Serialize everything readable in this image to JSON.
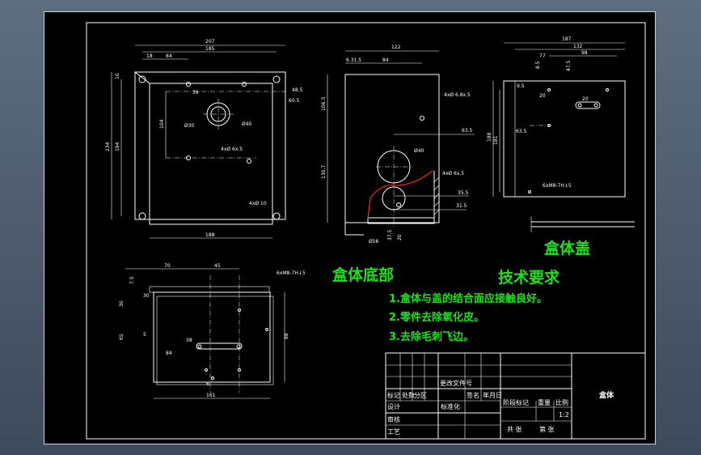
{
  "views": {
    "bottom_part": {
      "title": "盒体底部",
      "dims": {
        "overall_w": "207",
        "w_185": "185",
        "w_84": "84",
        "left_18": "18",
        "w_188": "188",
        "h_234": "234",
        "h_194": "194",
        "h_104": "104",
        "h_10": "10",
        "d_48_5": "48.5",
        "d_60_5": "60.5",
        "d_39": "39",
        "dia_30": "Ø30",
        "dia_40": "Ø40",
        "hole_4x_a": "4xØ 6x.5",
        "hole_4x_b": "4xØ 10"
      }
    },
    "side_section": {
      "dims": {
        "w_122": "122",
        "w_84": "84",
        "d_31_5": "6.31.5",
        "h_106": "106.3",
        "h_130_7": "130.7",
        "hole_4x": "4xØ 6.8x.5",
        "d_63_5": "63.5",
        "dia_40": "Ø40",
        "hole_4x_b": "4xØ 6x.5",
        "d_35_5": "35.5",
        "d_31_5b": "31.5",
        "dia_56": "Ø56",
        "d_37_5": "37.5",
        "d_20": "20"
      }
    },
    "lid_top": {
      "title": "盒体盖",
      "dims": {
        "w_187": "187",
        "w_132": "132",
        "w_98": "98",
        "w_77": "77",
        "h_188": "188",
        "h_181": "181",
        "d_8_5": "8.5",
        "d_9_5": "9.5",
        "d_47_5": "47.5",
        "d_20": "20",
        "d_63_5": "63.5",
        "d_20b": "20",
        "hole": "6xM8-7H↓5"
      }
    },
    "lid_side": {
      "dims": {
        "w_70": "70",
        "w_45": "45",
        "d_7_5": "7.5",
        "d_30": "30",
        "d_5": "5",
        "d_38": "38",
        "d_84": "84",
        "d_65": "65",
        "d_88": "88",
        "w_161": "161",
        "d_6": "6",
        "hole": "6xM8-7H↓5"
      }
    }
  },
  "notes": {
    "heading": "技术要求",
    "items": [
      "1.盒体与盖的结合面应接触良好。",
      "2.零件去除氧化皮。",
      "3.去除毛刺飞边。"
    ]
  },
  "title_block": {
    "part_name": "盒体",
    "scale": "1:2",
    "row_mark": "标记",
    "row_count": "处数",
    "row_zone": "分区",
    "row_change": "更改文件号",
    "row_sign": "签名",
    "row_date": "年月日",
    "design": "设计",
    "standard": "标准化",
    "review": "审核",
    "process": "工艺",
    "stage_mark": "阶段标记",
    "weight": "重量",
    "ratio": "比例",
    "sheets_total": "共 张",
    "sheet_no": "第 张"
  }
}
